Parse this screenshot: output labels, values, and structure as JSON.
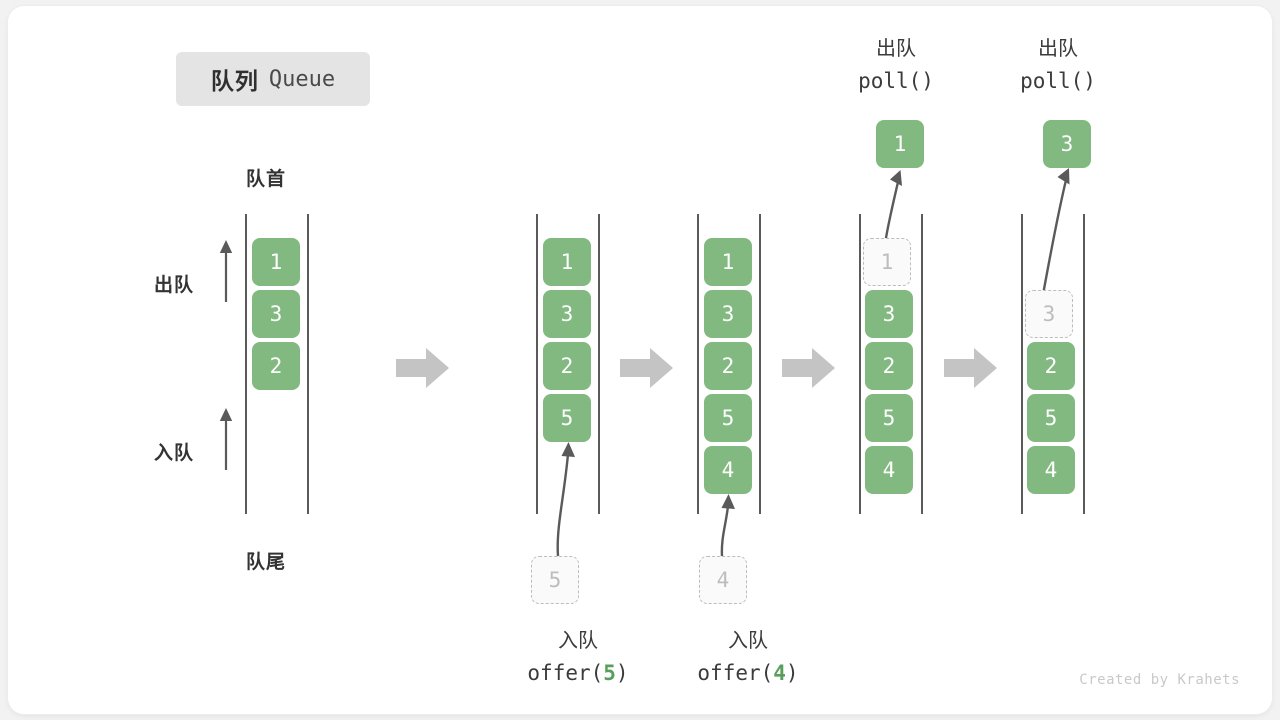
{
  "title": {
    "cn": "队列",
    "en": "Queue"
  },
  "labels": {
    "head": "队首",
    "tail": "队尾",
    "dequeue": "出队",
    "enqueue": "入队"
  },
  "credit": "Created by Krahets",
  "colors": {
    "cell_fill": "#82b981",
    "cell_text": "#ffffff",
    "ghost_border": "#bdbdbd",
    "ghost_text": "#bdbdbd",
    "rail": "#5a5a5a",
    "transition_arrow": "#c4c4c4",
    "badge_bg": "#e4e4e4",
    "accent_arg": "#5a9e5c"
  },
  "diagram": {
    "type": "queue-operations",
    "columns": [
      {
        "id": "initial",
        "items": [
          "1",
          "3",
          "2"
        ],
        "ghost_top": null,
        "ghost_bottom": null,
        "operation": null
      },
      {
        "id": "after-offer-5",
        "items": [
          "1",
          "3",
          "2",
          "5"
        ],
        "ghost_top": null,
        "ghost_bottom": "5",
        "operation": {
          "cn": "入队",
          "code_prefix": "offer(",
          "arg": "5",
          "code_suffix": ")"
        }
      },
      {
        "id": "after-offer-4",
        "items": [
          "1",
          "3",
          "2",
          "5",
          "4"
        ],
        "ghost_top": null,
        "ghost_bottom": "4",
        "operation": {
          "cn": "入队",
          "code_prefix": "offer(",
          "arg": "4",
          "code_suffix": ")"
        }
      },
      {
        "id": "after-poll-1",
        "items": [
          "3",
          "2",
          "5",
          "4"
        ],
        "ghost_top": "1",
        "ghost_bottom": null,
        "popped": "1",
        "operation": {
          "cn": "出队",
          "code_prefix": "poll(",
          "arg": "",
          "code_suffix": ")"
        }
      },
      {
        "id": "after-poll-3",
        "items": [
          "2",
          "5",
          "4"
        ],
        "ghost_top": "3",
        "ghost_bottom": null,
        "popped": "3",
        "operation": {
          "cn": "出队",
          "code_prefix": "poll(",
          "arg": "",
          "code_suffix": ")"
        }
      }
    ]
  }
}
